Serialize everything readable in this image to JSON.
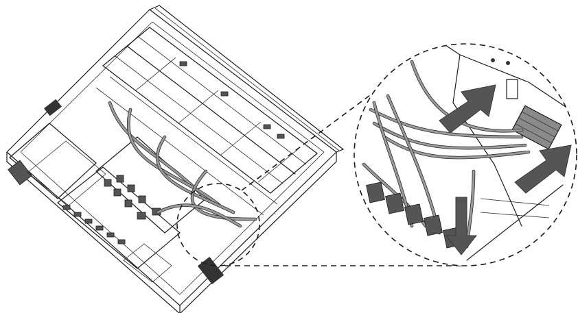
{
  "figure": {
    "subject": "nvr-hdd-cable-connection",
    "colors": {
      "line": "#1a1a1a",
      "cable": "#9a9a9a",
      "arrow": "#555555",
      "background": "#ffffff"
    },
    "arrows": [
      {
        "name": "push-arrow-upper",
        "direction": "up-right"
      },
      {
        "name": "push-arrow-right",
        "direction": "up-right"
      },
      {
        "name": "push-arrow-down",
        "direction": "down"
      }
    ]
  }
}
